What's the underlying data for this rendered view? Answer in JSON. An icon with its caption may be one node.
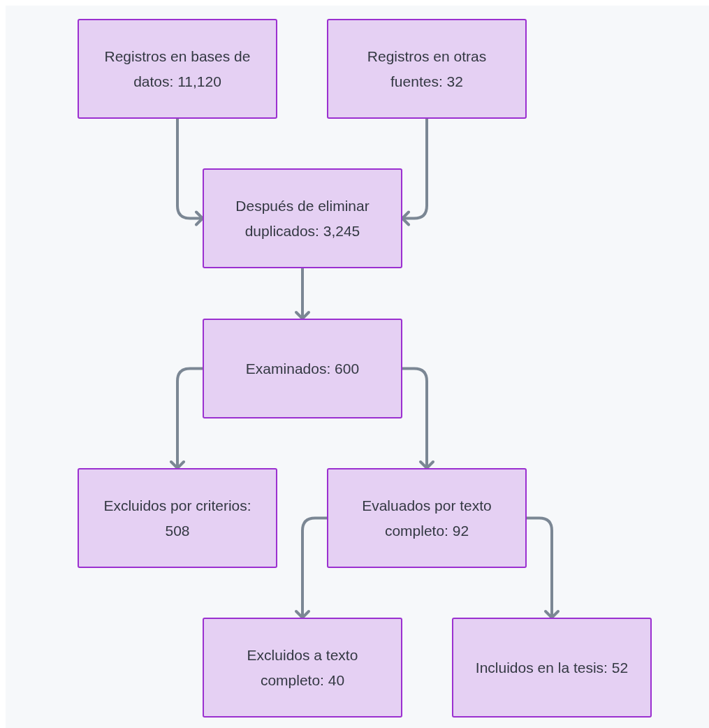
{
  "diagram": {
    "nodes": [
      {
        "text": [
          "Registros en bases de datos: 11,120"
        ]
      },
      {
        "text": [
          "Registros en otras fuentes: 32"
        ]
      },
      {
        "text": [
          "Después de eliminar duplicados: 3,245"
        ]
      },
      {
        "text": [
          "Examinados: 600"
        ]
      },
      {
        "text": [
          "Excluidos por criterios: 508"
        ]
      },
      {
        "text": [
          "Evaluados por texto completo: 92"
        ]
      },
      {
        "text": [
          "Excluidos a texto completo: 40"
        ]
      },
      {
        "text": [
          "Incluidos en la tesis: 52"
        ]
      }
    ],
    "edges": [
      {
        "from": 0,
        "to": 2,
        "arrow": "to"
      },
      {
        "from": 1,
        "to": 2,
        "arrow": "to"
      },
      {
        "from": 2,
        "to": 3,
        "arrow": "to"
      },
      {
        "from": 3,
        "to": 4,
        "arrow": "to"
      },
      {
        "from": 3,
        "to": 5,
        "arrow": "to"
      },
      {
        "from": 5,
        "to": 6,
        "arrow": "to"
      },
      {
        "from": 5,
        "to": 7,
        "arrow": "to"
      }
    ]
  }
}
